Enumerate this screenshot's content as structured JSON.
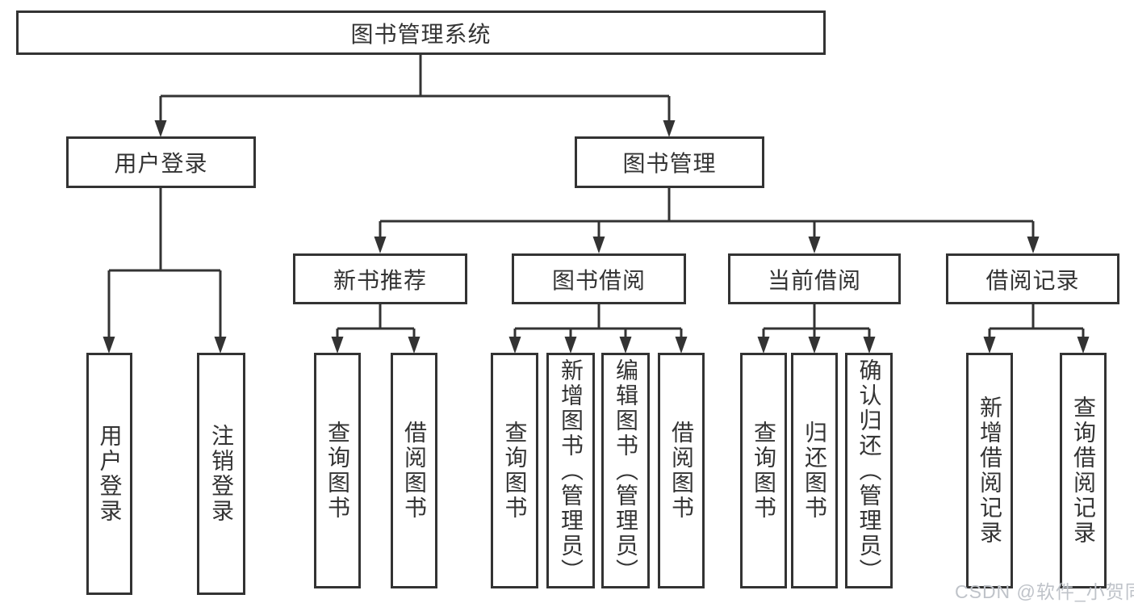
{
  "diagram": {
    "root": {
      "label": "图书管理系统"
    },
    "level2": [
      {
        "label": "用户登录"
      },
      {
        "label": "图书管理"
      }
    ],
    "login_children": [
      {
        "label": "用户登录"
      },
      {
        "label": "注销登录"
      }
    ],
    "level3": [
      {
        "label": "新书推荐"
      },
      {
        "label": "图书借阅"
      },
      {
        "label": "当前借阅"
      },
      {
        "label": "借阅记录"
      }
    ],
    "new_book_children": [
      {
        "label": "查询图书"
      },
      {
        "label": "借阅图书"
      }
    ],
    "borrow_children": [
      {
        "label": "查询图书"
      },
      {
        "label": "新增图书（管理员）"
      },
      {
        "label": "编辑图书（管理员）"
      },
      {
        "label": "借阅图书"
      }
    ],
    "current_children": [
      {
        "label": "查询图书"
      },
      {
        "label": "归还图书"
      },
      {
        "label": "确认归还（管理员）"
      }
    ],
    "record_children": [
      {
        "label": "新增借阅记录"
      },
      {
        "label": "查询借阅记录"
      }
    ]
  },
  "watermark": {
    "text": "CSDN @软件_小贺同学"
  },
  "colors": {
    "line": "#333333",
    "border": "#333333",
    "text": "#333333",
    "background": "#ffffff",
    "watermark": "#bfc3c9"
  }
}
